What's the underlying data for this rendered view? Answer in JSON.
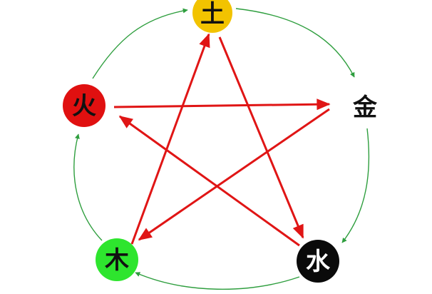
{
  "diagram": {
    "nodes": {
      "earth": {
        "label": "土",
        "fill": "#f2c300",
        "text_color": "#111111"
      },
      "metal": {
        "label": "金",
        "fill": "#ffffff",
        "text_color": "#111111"
      },
      "water": {
        "label": "水",
        "fill": "#0a0a0a",
        "text_color": "#ffffff"
      },
      "wood": {
        "label": "木",
        "fill": "#2ee52e",
        "text_color": "#111111"
      },
      "fire": {
        "label": "火",
        "fill": "#e01010",
        "text_color": "#111111"
      }
    },
    "generating_cycle": [
      [
        "earth",
        "metal"
      ],
      [
        "metal",
        "water"
      ],
      [
        "water",
        "wood"
      ],
      [
        "wood",
        "fire"
      ],
      [
        "fire",
        "earth"
      ]
    ],
    "overcoming_cycle": [
      [
        "fire",
        "metal"
      ],
      [
        "metal",
        "wood"
      ],
      [
        "wood",
        "earth"
      ],
      [
        "earth",
        "water"
      ],
      [
        "water",
        "fire"
      ]
    ],
    "colors": {
      "cycle_arrow": "#2e9e3e",
      "star_arrow": "#e01515"
    }
  }
}
